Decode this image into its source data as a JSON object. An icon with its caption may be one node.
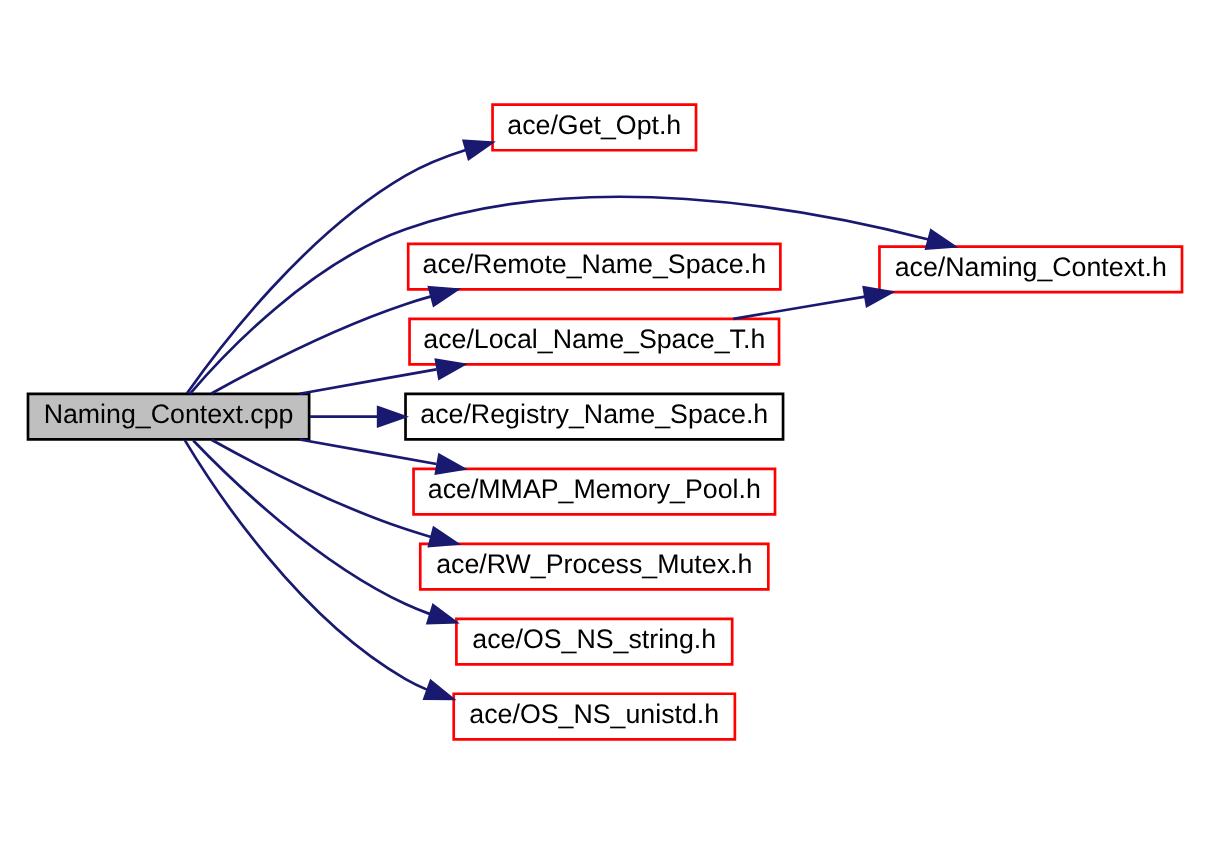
{
  "diagram": {
    "nodes": [
      {
        "text": [
          "Naming_Context.cpp"
        ]
      },
      {
        "text": [
          "ace/Get_Opt.h"
        ]
      },
      {
        "text": [
          "ace/Naming_Context.h"
        ]
      },
      {
        "text": [
          "ace/Remote_Name_Space.h"
        ]
      },
      {
        "text": [
          "ace/Local_Name_Space_T.h"
        ]
      },
      {
        "text": [
          "ace/Registry_Name_Space.h"
        ]
      },
      {
        "text": [
          "ace/MMAP_Memory_Pool.h"
        ]
      },
      {
        "text": [
          "ace/RW_Process_Mutex.h"
        ]
      },
      {
        "text": [
          "ace/OS_NS_string.h"
        ]
      },
      {
        "text": [
          "ace/OS_NS_unistd.h"
        ]
      }
    ],
    "edges": [
      {
        "from": 0,
        "to": 1,
        "arrow": "to"
      },
      {
        "from": 0,
        "to": 2,
        "arrow": "to"
      },
      {
        "from": 0,
        "to": 3,
        "arrow": "to"
      },
      {
        "from": 0,
        "to": 4,
        "arrow": "to"
      },
      {
        "from": 0,
        "to": 5,
        "arrow": "to"
      },
      {
        "from": 0,
        "to": 6,
        "arrow": "to"
      },
      {
        "from": 0,
        "to": 7,
        "arrow": "to"
      },
      {
        "from": 0,
        "to": 8,
        "arrow": "to"
      },
      {
        "from": 0,
        "to": 9,
        "arrow": "to"
      },
      {
        "from": 4,
        "to": 2,
        "arrow": "to"
      }
    ]
  }
}
